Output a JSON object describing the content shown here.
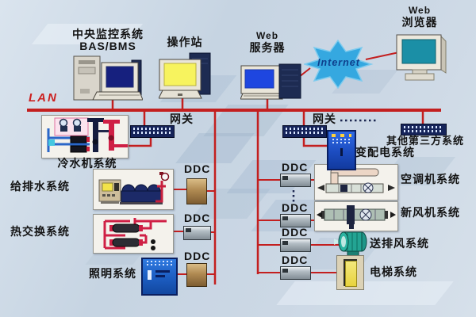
{
  "lan": {
    "label": "LAN"
  },
  "internet": {
    "label": "Internet"
  },
  "stations": {
    "central": {
      "line1": "中央监控系统",
      "line2": "BAS/BMS"
    },
    "operator": {
      "label": "操作站"
    },
    "web_server": {
      "line1": "Web",
      "line2": "服务器"
    },
    "web_browser": {
      "line1": "Web",
      "line2": "浏览器"
    }
  },
  "gateways": {
    "left": "网关",
    "right": "网关"
  },
  "ddc": "DDC",
  "systems": {
    "chiller": "冷水机系统",
    "water_supply": "给排水系统",
    "heat_exchange": "热交换系统",
    "lighting": "照明系统",
    "power_distribution": "变配电系统",
    "third_party": "其他第三方系统",
    "air_handling": "空调机系统",
    "fresh_air": "新风机系统",
    "supply_exhaust": "送排风系统",
    "elevator": "电梯系统"
  },
  "colors": {
    "line_red": "#c31f1f",
    "lan_text": "#cc2020",
    "internet_text": "#0d3f8c",
    "background": "#c9d6e3",
    "internet_cloud": "#35a8e0"
  }
}
